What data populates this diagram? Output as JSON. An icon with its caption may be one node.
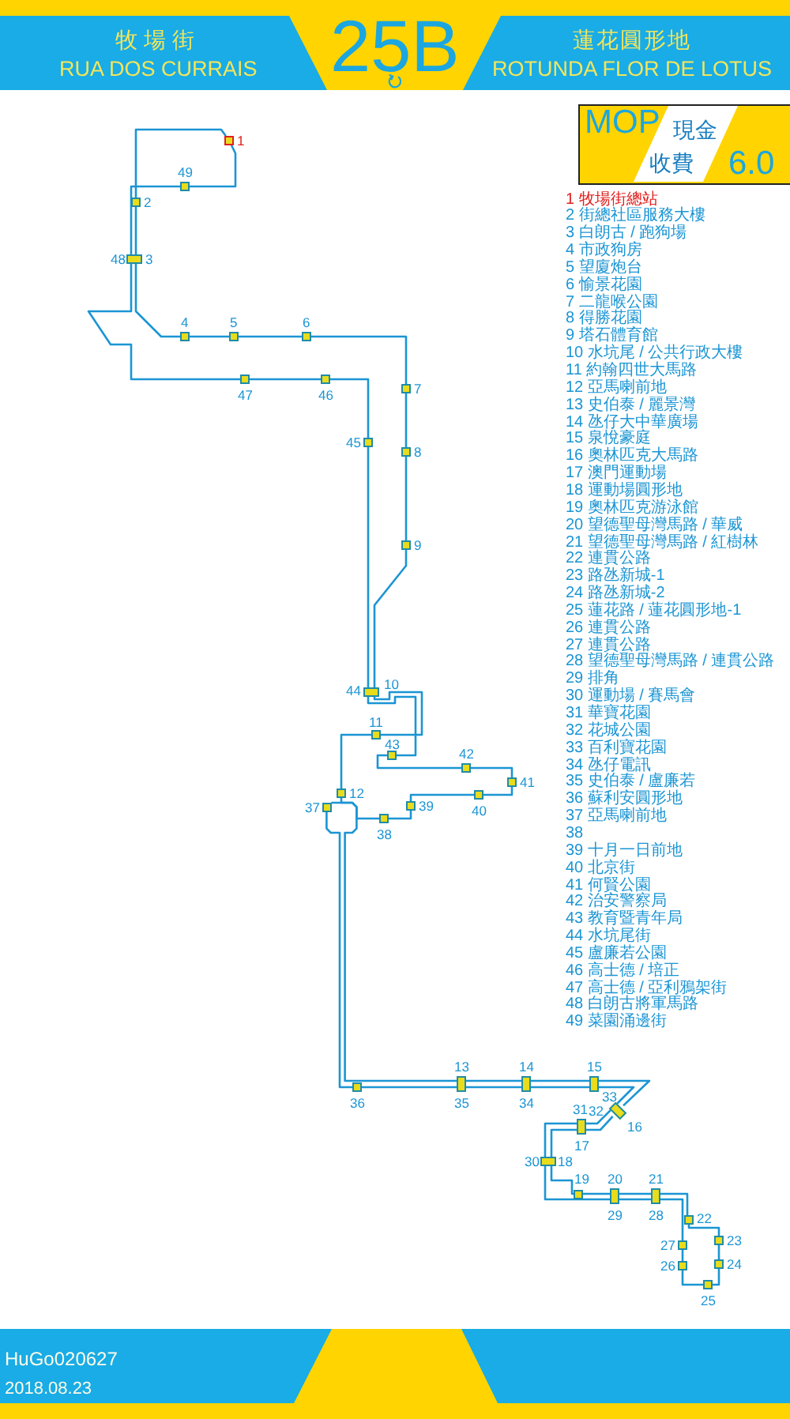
{
  "diagram": {
    "title": "25B",
    "nodes": [
      {
        "text": [],
        "shape": "box",
        "beside": [
          "1"
        ]
      },
      {
        "text": [],
        "shape": "box",
        "beside": [
          "2"
        ]
      },
      {
        "text": [],
        "shape": "box",
        "beside": [
          "48",
          "3"
        ]
      },
      {
        "text": [],
        "shape": "box",
        "beside": [
          "4"
        ]
      },
      {
        "text": [],
        "shape": "box",
        "beside": [
          "5"
        ]
      },
      {
        "text": [],
        "shape": "box",
        "beside": [
          "6"
        ]
      },
      {
        "text": [],
        "shape": "box",
        "beside": [
          "7"
        ]
      },
      {
        "text": [],
        "shape": "box",
        "beside": [
          "8"
        ]
      },
      {
        "text": [],
        "shape": "box",
        "beside": [
          "9"
        ]
      },
      {
        "text": [],
        "shape": "box",
        "beside": [
          "44",
          "10"
        ]
      },
      {
        "text": [],
        "shape": "box",
        "beside": [
          "11"
        ]
      },
      {
        "text": [],
        "shape": "box",
        "beside": [
          "12"
        ]
      },
      {
        "text": [],
        "shape": "box",
        "beside": [
          "13",
          "35"
        ]
      },
      {
        "text": [],
        "shape": "box",
        "beside": [
          "14",
          "34"
        ]
      },
      {
        "text": [],
        "shape": "box",
        "beside": [
          "15",
          "33"
        ]
      },
      {
        "text": [],
        "shape": "box",
        "beside": [
          "32",
          "16"
        ]
      },
      {
        "text": [],
        "shape": "box",
        "beside": [
          "31",
          "17"
        ]
      },
      {
        "text": [],
        "shape": "box",
        "beside": [
          "30",
          "18"
        ]
      },
      {
        "text": [],
        "shape": "box",
        "beside": [
          "19"
        ]
      },
      {
        "text": [],
        "shape": "box",
        "beside": [
          "20",
          "29"
        ]
      },
      {
        "text": [],
        "shape": "box",
        "beside": [
          "21",
          "28"
        ]
      },
      {
        "text": [],
        "shape": "box",
        "beside": [
          "22"
        ]
      },
      {
        "text": [],
        "shape": "box",
        "beside": [
          "23"
        ]
      },
      {
        "text": [],
        "shape": "box",
        "beside": [
          "24"
        ]
      },
      {
        "text": [],
        "shape": "box",
        "beside": [
          "25"
        ]
      },
      {
        "text": [],
        "shape": "box",
        "beside": [
          "26"
        ]
      },
      {
        "text": [],
        "shape": "box",
        "beside": [
          "27"
        ]
      },
      {
        "text": [],
        "shape": "box",
        "beside": [
          "36"
        ]
      },
      {
        "text": [],
        "shape": "box",
        "beside": [
          "37"
        ]
      },
      {
        "text": [],
        "shape": "box",
        "beside": [
          "38"
        ]
      },
      {
        "text": [],
        "shape": "box",
        "beside": [
          "39"
        ]
      },
      {
        "text": [],
        "shape": "box",
        "beside": [
          "40"
        ]
      },
      {
        "text": [],
        "shape": "box",
        "beside": [
          "41"
        ]
      },
      {
        "text": [],
        "shape": "box",
        "beside": [
          "42"
        ]
      },
      {
        "text": [],
        "shape": "box",
        "beside": [
          "43"
        ]
      },
      {
        "text": [],
        "shape": "box",
        "beside": [
          "45"
        ]
      },
      {
        "text": [],
        "shape": "box",
        "beside": [
          "46"
        ]
      },
      {
        "text": [],
        "shape": "box",
        "beside": [
          "47"
        ]
      },
      {
        "text": [],
        "shape": "box",
        "beside": [
          "49"
        ]
      }
    ],
    "edges": [
      {
        "from": 0,
        "to": 1,
        "arrow": "none"
      },
      {
        "from": 1,
        "to": 2,
        "arrow": "none"
      },
      {
        "from": 2,
        "to": 3,
        "arrow": "none"
      },
      {
        "from": 3,
        "to": 4,
        "arrow": "none"
      },
      {
        "from": 4,
        "to": 5,
        "arrow": "none"
      },
      {
        "from": 5,
        "to": 6,
        "arrow": "none"
      },
      {
        "from": 6,
        "to": 7,
        "arrow": "none"
      },
      {
        "from": 7,
        "to": 8,
        "arrow": "none"
      },
      {
        "from": 8,
        "to": 9,
        "arrow": "none"
      },
      {
        "from": 9,
        "to": 10,
        "arrow": "none"
      },
      {
        "from": 10,
        "to": 11,
        "arrow": "none"
      },
      {
        "from": 11,
        "to": 12,
        "arrow": "none"
      },
      {
        "from": 12,
        "to": 13,
        "arrow": "none"
      },
      {
        "from": 13,
        "to": 14,
        "arrow": "none"
      },
      {
        "from": 14,
        "to": 15,
        "arrow": "none"
      },
      {
        "from": 15,
        "to": 16,
        "arrow": "none"
      },
      {
        "from": 16,
        "to": 17,
        "arrow": "none"
      },
      {
        "from": 17,
        "to": 18,
        "arrow": "none"
      },
      {
        "from": 18,
        "to": 19,
        "arrow": "none"
      },
      {
        "from": 19,
        "to": 20,
        "arrow": "none"
      },
      {
        "from": 20,
        "to": 21,
        "arrow": "none"
      },
      {
        "from": 21,
        "to": 22,
        "arrow": "none"
      },
      {
        "from": 22,
        "to": 23,
        "arrow": "none"
      },
      {
        "from": 23,
        "to": 24,
        "arrow": "none"
      },
      {
        "from": 24,
        "to": 25,
        "arrow": "none"
      },
      {
        "from": 25,
        "to": 26,
        "arrow": "none"
      },
      {
        "from": 26,
        "to": 20,
        "arrow": "none"
      },
      {
        "from": 20,
        "to": 19,
        "arrow": "none"
      },
      {
        "from": 19,
        "to": 17,
        "arrow": "none"
      },
      {
        "from": 17,
        "to": 16,
        "arrow": "none"
      },
      {
        "from": 16,
        "to": 15,
        "arrow": "none"
      },
      {
        "from": 15,
        "to": 14,
        "arrow": "none"
      },
      {
        "from": 14,
        "to": 13,
        "arrow": "none"
      },
      {
        "from": 13,
        "to": 12,
        "arrow": "none"
      },
      {
        "from": 12,
        "to": 27,
        "arrow": "none"
      },
      {
        "from": 27,
        "to": 28,
        "arrow": "none"
      },
      {
        "from": 28,
        "to": 29,
        "arrow": "none"
      },
      {
        "from": 29,
        "to": 30,
        "arrow": "none"
      },
      {
        "from": 30,
        "to": 31,
        "arrow": "none"
      },
      {
        "from": 31,
        "to": 32,
        "arrow": "none"
      },
      {
        "from": 32,
        "to": 33,
        "arrow": "none"
      },
      {
        "from": 33,
        "to": 34,
        "arrow": "none"
      },
      {
        "from": 34,
        "to": 9,
        "arrow": "none"
      },
      {
        "from": 9,
        "to": 35,
        "arrow": "none"
      },
      {
        "from": 35,
        "to": 36,
        "arrow": "none"
      },
      {
        "from": 36,
        "to": 37,
        "arrow": "none"
      },
      {
        "from": 37,
        "to": 2,
        "arrow": "none"
      },
      {
        "from": 2,
        "to": 38,
        "arrow": "none"
      },
      {
        "from": 38,
        "to": 0,
        "arrow": "none"
      }
    ],
    "labels": [
      "牧場街",
      "RUA DOS CURRAIS",
      "蓮花圓形地",
      "ROTUNDA FLOR DE LOTUS",
      "MOP",
      "現金",
      "收費",
      "6.0",
      "1 牧場街總站",
      "2 街總社區服務大樓",
      "3 白朗古 / 跑狗場",
      "4 市政狗房",
      "5 望廈炮台",
      "6 愉景花園",
      "7 二龍喉公園",
      "8 得勝花園",
      "9 塔石體育館",
      "10 水坑尾 / 公共行政大樓",
      "11 約翰四世大馬路",
      "12 亞馬喇前地",
      "13 史伯泰 / 麗景灣",
      "14 氹仔大中華廣場",
      "15 泉悅豪庭",
      "16 奧林匹克大馬路",
      "17 澳門運動場",
      "18 運動場圓形地",
      "19 奧林匹克游泳館",
      "20 望德聖母灣馬路 / 華威",
      "21 望德聖母灣馬路 / 紅樹林",
      "22 連貫公路",
      "23 路氹新城-1",
      "24 路氹新城-2",
      "25 蓮花路 / 蓮花圓形地-1",
      "26 連貫公路",
      "27 連貫公路",
      "28 望德聖母灣馬路 / 連貫公路",
      "29 排角",
      "30 運動場 / 賽馬會",
      "31 華寶花園",
      "32 花城公園",
      "33 百利寶花園",
      "34 氹仔電訊",
      "35 史伯泰 / 盧廉若",
      "36 蘇利安圓形地",
      "37 亞馬喇前地",
      "38",
      "39 十月一日前地",
      "40 北京街",
      "41 何賢公園",
      "42 治安警察局",
      "43 教育暨青年局",
      "44 水坑尾街",
      "45 盧廉若公園",
      "46 高士德 / 培正",
      "47 高士德 / 亞利鴉架街",
      "48 白朗古將軍馬路",
      "49 菜園涌邊街",
      "HuGo020627",
      "2018.08.23"
    ]
  }
}
